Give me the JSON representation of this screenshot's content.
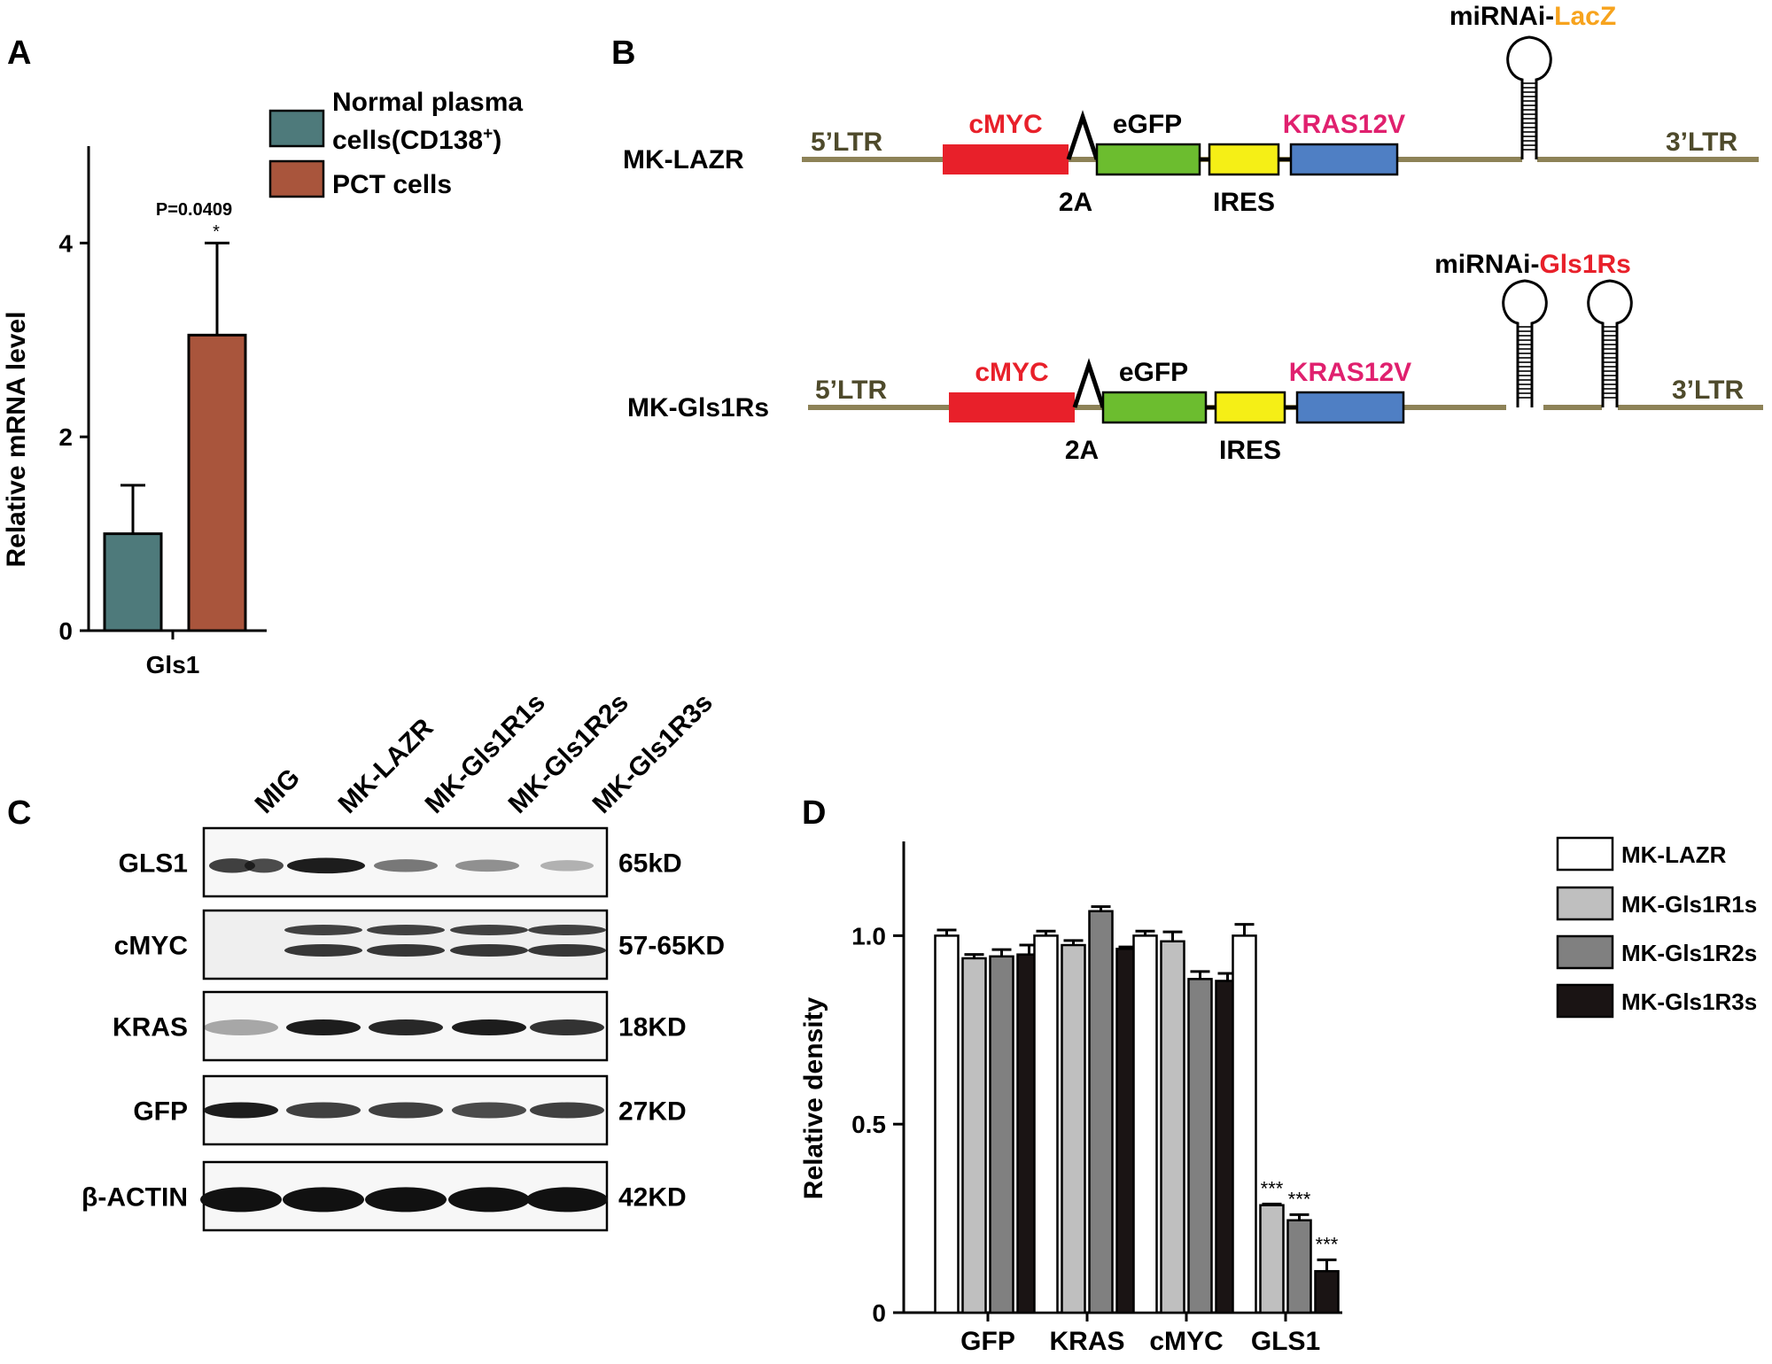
{
  "panel_labels": {
    "a": "A",
    "b": "B",
    "c": "C",
    "d": "D"
  },
  "colors": {
    "normal": "#4e7a7b",
    "pct": "#a9553c",
    "backbone": "#8d8257",
    "cmyc": "#e8202a",
    "egfp": "#6cbd2f",
    "ires": "#f5ef16",
    "kras": "#4f7fc4",
    "label_red": "#e8202a",
    "label_pink": "#e0206e",
    "label_orange": "#f7a31d",
    "ltr_text": "#4e4a2b",
    "d_series": [
      "#ffffff",
      "#bfbfbf",
      "#808080",
      "#1a1414"
    ]
  },
  "panelA": {
    "ylabel": "Relative mRNA level",
    "legend": [
      {
        "line1": "Normal plasma",
        "line2": "cells(CD138",
        "sup": "+",
        "tail": ")"
      },
      {
        "line1": "PCT cells"
      }
    ],
    "pvalue": "P=0.0409",
    "star": "*",
    "chart_data": {
      "type": "bar",
      "categories": [
        "Gls1"
      ],
      "series": [
        {
          "name": "Normal plasma cells(CD138+)",
          "values": [
            1.0
          ],
          "error": [
            0.5
          ]
        },
        {
          "name": "PCT cells",
          "values": [
            3.05
          ],
          "error": [
            0.95
          ]
        }
      ],
      "ylim": [
        0,
        5
      ],
      "yticks": [
        "0",
        "2",
        "4"
      ],
      "ytick_values": [
        0,
        2,
        4
      ]
    }
  },
  "panelB": {
    "constructs": [
      {
        "name": "MK-LAZR",
        "ltr5": "5’LTR",
        "ltr3": "3’LTR",
        "cmyc": "cMYC",
        "egfp": "eGFP",
        "kras": "KRAS12V",
        "twoA": "2A",
        "ires": "IRES",
        "mirna_prefix": "miRNAi-",
        "mirna_target": "LacZ"
      },
      {
        "name": "MK-Gls1Rs",
        "ltr5": "5’LTR",
        "ltr3": "3’LTR",
        "cmyc": "cMYC",
        "egfp": "eGFP",
        "kras": "KRAS12V",
        "twoA": "2A",
        "ires": "IRES",
        "mirna_prefix": "miRNAi-",
        "mirna_target": "Gls1Rs"
      }
    ]
  },
  "panelC": {
    "lanes": [
      "MIG",
      "MK-LAZR",
      "MK-Gls1R1s",
      "MK-Gls1R2s",
      "MK-Gls1R3s"
    ],
    "blots": [
      {
        "protein": "GLS1",
        "size": "65kD"
      },
      {
        "protein": "cMYC",
        "size": "57-65KD"
      },
      {
        "protein": "KRAS",
        "size": "18KD"
      },
      {
        "protein": "GFP",
        "size": "27KD"
      },
      {
        "protein": "β-ACTIN",
        "size": "42KD"
      }
    ]
  },
  "panelD": {
    "ylabel": "Relative density",
    "chart_data": {
      "type": "bar",
      "categories": [
        "GFP",
        "KRAS",
        "cMYC",
        "GLS1"
      ],
      "series": [
        {
          "name": "MK-LAZR",
          "values": [
            1.0,
            1.0,
            1.0,
            1.0
          ],
          "error": [
            0.015,
            0.012,
            0.012,
            0.03
          ]
        },
        {
          "name": "MK-Gls1R1s",
          "values": [
            0.94,
            0.975,
            0.985,
            0.285
          ],
          "error": [
            0.01,
            0.012,
            0.025,
            0.003
          ]
        },
        {
          "name": "MK-Gls1R2s",
          "values": [
            0.945,
            1.065,
            0.885,
            0.245
          ],
          "error": [
            0.018,
            0.012,
            0.02,
            0.015
          ]
        },
        {
          "name": "MK-Gls1R3s",
          "values": [
            0.95,
            0.965,
            0.88,
            0.11
          ],
          "error": [
            0.025,
            0.005,
            0.02,
            0.03
          ]
        }
      ],
      "annotations": [
        "***",
        "***",
        "***"
      ],
      "ylim": [
        0,
        1.25
      ],
      "yticks": [
        "0",
        "0.5",
        "1.0"
      ],
      "ytick_values": [
        0,
        0.5,
        1.0
      ]
    }
  }
}
